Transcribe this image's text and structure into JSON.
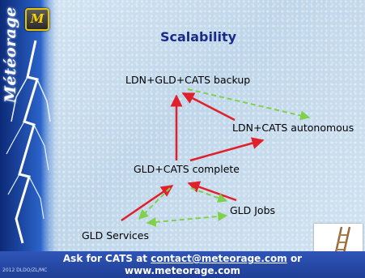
{
  "slide": {
    "brand": "Météorage",
    "logo_letter": "M",
    "title": "Scalability"
  },
  "diagram": {
    "nodes": {
      "ldn_gld_cats_backup": "LDN+GLD+CATS backup",
      "ldn_cats_autonomous": "LDN+CATS autonomous",
      "gld_cats_complete": "GLD+CATS complete",
      "gld_jobs": "GLD Jobs",
      "gld_services": "GLD Services"
    },
    "colors": {
      "solid_arrow": "#e0202a",
      "dashed_arrow": "#7fd14a"
    }
  },
  "footer": {
    "prefix": "Ask for CATS at",
    "email": "contact@meteorage.com",
    "suffix": "or",
    "website": "www.meteorage.com",
    "copyright": "2012 DLDO/ZL/MC"
  }
}
